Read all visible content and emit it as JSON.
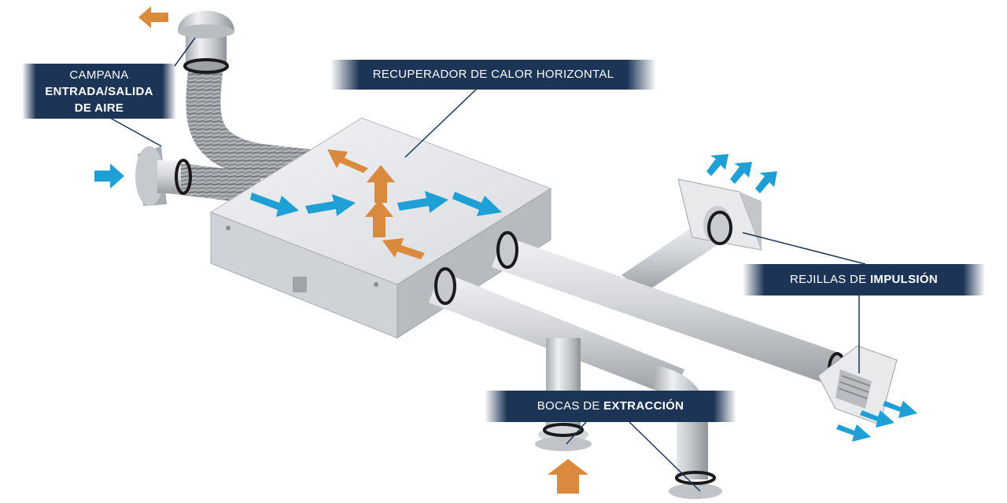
{
  "labels": {
    "campana": {
      "line1": "CAMPANA",
      "line2": "ENTRADA/SALIDA",
      "line3": "DE AIRE"
    },
    "recuperador": {
      "text": "RECUPERADOR DE CALOR HORIZONTAL"
    },
    "rejillas": {
      "prefix": "REJILLAS DE ",
      "emphasis": "IMPULSIÓN"
    },
    "bocas": {
      "prefix": "BOCAS DE ",
      "emphasis": "EXTRACCIÓN"
    }
  },
  "colors": {
    "label_background": "#1c3456",
    "label_text": "#ffffff",
    "fresh_air_arrow": "#1e9fd6",
    "exhaust_air_arrow": "#d98a3c",
    "duct_metal": "#c9ccd0",
    "flexible_duct": "#8a8d91",
    "gasket": "#1a1a1a"
  },
  "arrows": {
    "fresh_air": {
      "color_name": "blue",
      "icon": "arrow-icon"
    },
    "exhaust_air": {
      "color_name": "orange",
      "icon": "arrow-icon"
    }
  }
}
